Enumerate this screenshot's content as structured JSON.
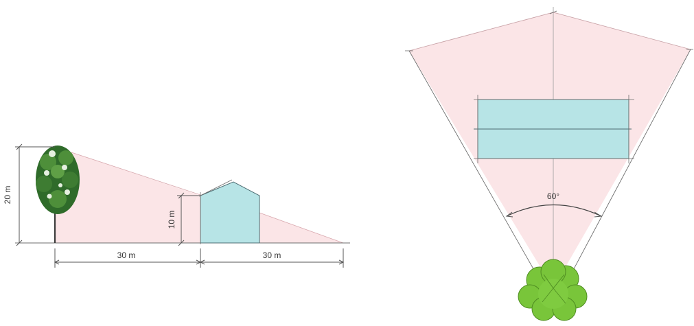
{
  "section_view": {
    "tree_height_label": "20 m",
    "building_height_label": "10 m",
    "tree_to_building_label": "30 m",
    "building_shadow_label": "30 m"
  },
  "plan_view": {
    "angle_label": "60°"
  },
  "colors": {
    "zone_fill": "#fbe5e7",
    "zone_edge": "#d8a8ae",
    "building_fill": "#b7e4e6",
    "building_edge": "#4d6d72",
    "tree_dark": "#2f6b2a",
    "tree_mid": "#4e8f3a",
    "shrub_fill": "#79c53a",
    "shrub_edge": "#4f8d22"
  },
  "icons": {
    "tree": "tree-icon",
    "shrub": "shrub-icon"
  }
}
